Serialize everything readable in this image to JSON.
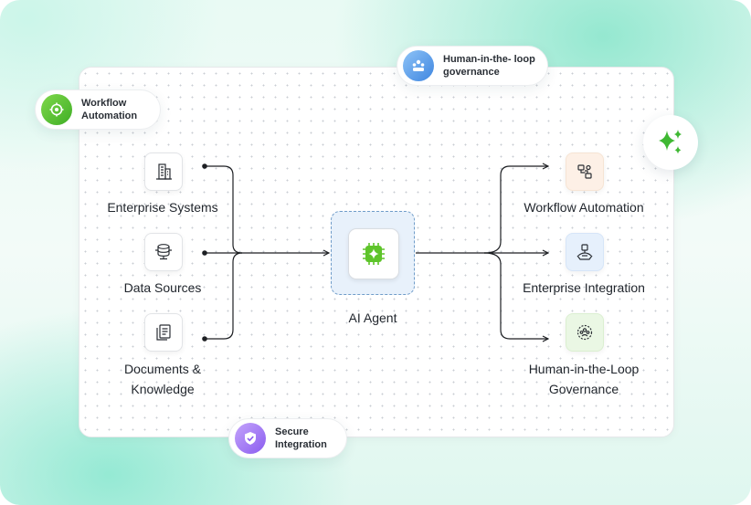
{
  "badges": {
    "workflow": "Workflow Automation",
    "governance": "Human-in-the- loop governance",
    "secure": "Secure Integration"
  },
  "inputs": [
    {
      "label": "Enterprise Systems",
      "icon": "building-icon"
    },
    {
      "label": "Data Sources",
      "icon": "database-icon"
    },
    {
      "label": "Documents & Knowledge",
      "icon": "documents-icon"
    }
  ],
  "center": {
    "label": "AI Agent",
    "icon": "ai-chip-icon"
  },
  "outputs": [
    {
      "label": "Workflow Automation",
      "icon": "workflow-icon"
    },
    {
      "label": "Enterprise Integration",
      "icon": "integration-icon"
    },
    {
      "label": "Human-in-the-Loop Governance",
      "icon": "team-icon"
    }
  ],
  "colors": {
    "accent_green": "#5ec42a",
    "accent_blue": "#4c93e6",
    "accent_purple": "#9b6ef0",
    "line": "#1d1f23"
  }
}
